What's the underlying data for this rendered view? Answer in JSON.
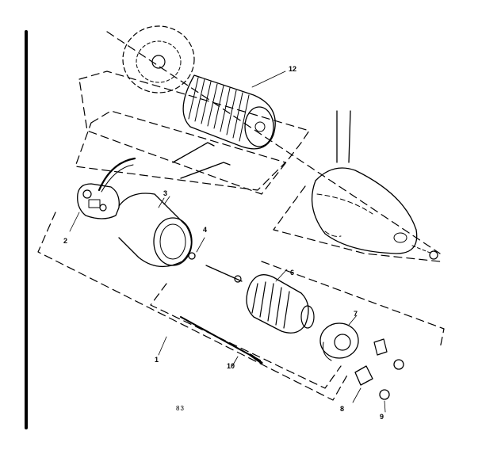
{
  "diagram": {
    "figure_code": "83",
    "callouts": {
      "c1": "1",
      "c2": "2",
      "c3": "3",
      "c4": "4",
      "c6": "6",
      "c7": "7",
      "c8": "8",
      "c9": "9",
      "c10": "10",
      "c12": "12"
    }
  }
}
